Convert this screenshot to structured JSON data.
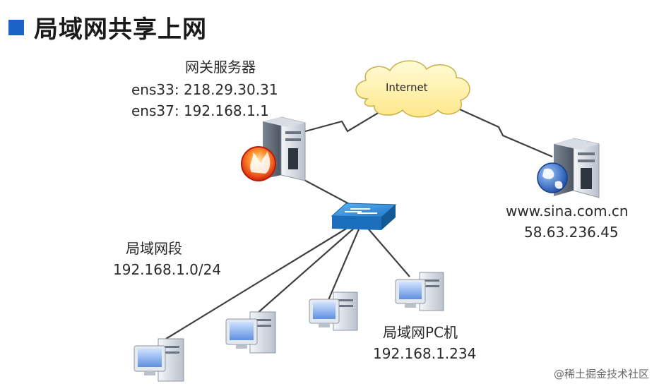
{
  "title": "局域网共享上网",
  "gateway": {
    "name": "网关服务器",
    "ens33": "ens33: 218.29.30.31",
    "ens37": "ens37: 192.168.1.1"
  },
  "internet": {
    "label": "Internet"
  },
  "web_server": {
    "domain": "www.sina.com.cn",
    "ip": "58.63.236.45"
  },
  "lan": {
    "name": "局域网段",
    "cidr": "192.168.1.0/24"
  },
  "pc": {
    "name": "局域网PC机",
    "ip": "192.168.1.234"
  },
  "watermark": "@稀土掘金技术社区",
  "colors": {
    "title_square": "#1b63c6",
    "cloud_fill": "#fff3a6",
    "switch": "#1d7fd0",
    "firewall": "#e23b1e",
    "globe": "#2f6fc8"
  }
}
